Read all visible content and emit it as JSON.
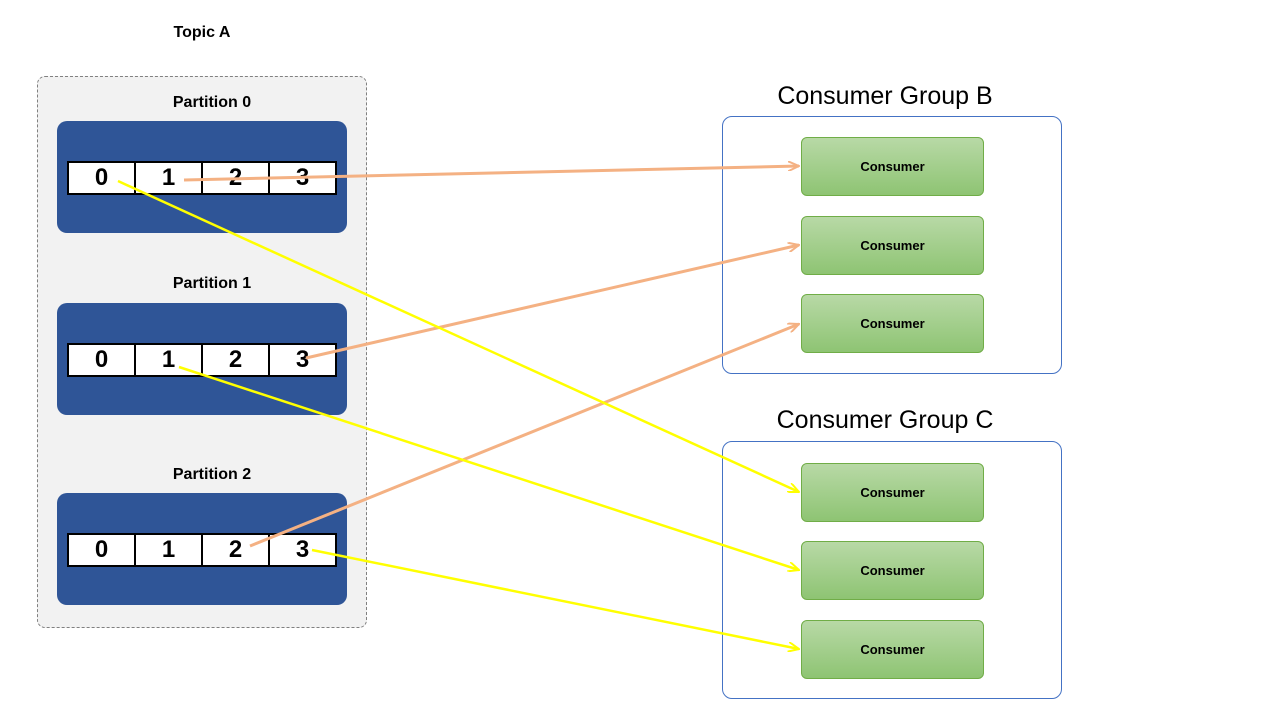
{
  "topic": {
    "title": "Topic A",
    "partitions": [
      {
        "label": "Partition 0",
        "offsets": [
          "0",
          "1",
          "2",
          "3"
        ]
      },
      {
        "label": "Partition 1",
        "offsets": [
          "0",
          "1",
          "2",
          "3"
        ]
      },
      {
        "label": "Partition 2",
        "offsets": [
          "0",
          "1",
          "2",
          "3"
        ]
      }
    ]
  },
  "groups": [
    {
      "title": "Consumer Group B",
      "consumers": [
        "Consumer",
        "Consumer",
        "Consumer"
      ]
    },
    {
      "title": "Consumer Group C",
      "consumers": [
        "Consumer",
        "Consumer",
        "Consumer"
      ]
    }
  ],
  "colors": {
    "partition_block": "#2f5597",
    "group_b_arrow": "#f4b183",
    "group_c_arrow": "#ffff00",
    "consumer_fill": "#a9d18e",
    "group_border": "#4472c4"
  }
}
